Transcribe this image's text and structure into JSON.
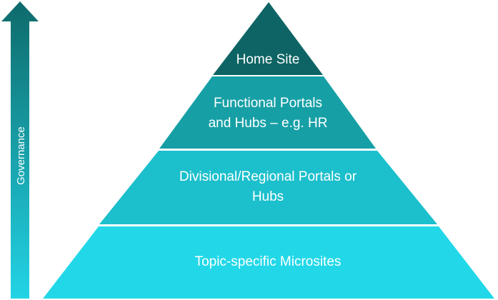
{
  "governance_arrow": {
    "label": "Governance",
    "color_top": "#0e6a6a",
    "color_bottom": "#22d4e6"
  },
  "pyramid": {
    "tiers": [
      {
        "line1": "Home Site",
        "line2": "",
        "color": "#0e6464"
      },
      {
        "line1": "Functional Portals",
        "line2": "and Hubs – e.g. HR",
        "color": "#16a0a6"
      },
      {
        "line1": "Divisional/Regional Portals or",
        "line2": "Hubs",
        "color": "#1cbfcc"
      },
      {
        "line1": "Topic-specific Microsites",
        "line2": "",
        "color": "#22d8e8"
      }
    ]
  }
}
